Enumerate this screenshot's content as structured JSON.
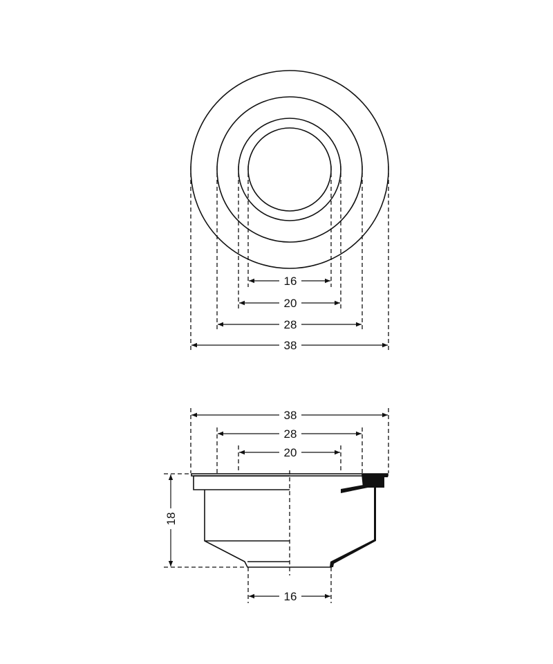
{
  "top_view": {
    "dimensions": [
      "16",
      "20",
      "28",
      "38"
    ]
  },
  "side_view": {
    "dimensions_top": [
      "38",
      "28",
      "20"
    ],
    "dimension_bottom": "16",
    "height": "18"
  }
}
